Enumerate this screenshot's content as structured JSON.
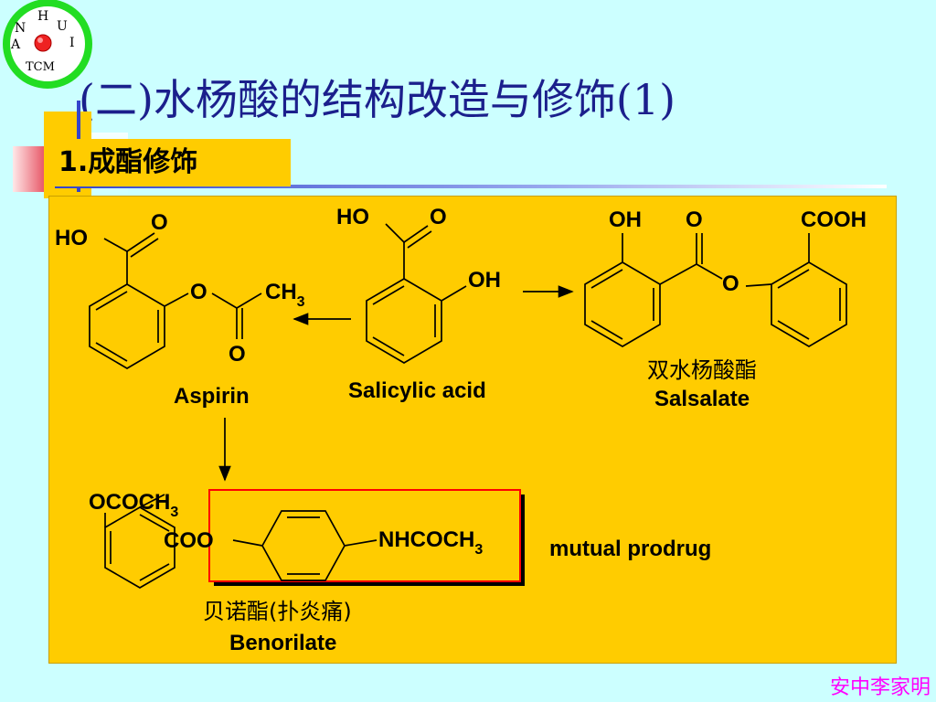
{
  "slide": {
    "logo": {
      "letters": [
        "H",
        "U",
        "I",
        "N",
        "A",
        "TCM"
      ],
      "icon": "red-sphere-icon"
    },
    "title": "(二)水杨酸的结构改造与修饰(1)",
    "subtitle": "1.成酯修饰",
    "author": "安中李家明",
    "colors": {
      "background": "#ccffff",
      "panel": "#ffcc00",
      "title": "#1b1f8c",
      "highlight_box": "#ff0000",
      "author": "#ff00ff"
    }
  },
  "diagram": {
    "compounds": {
      "aspirin": {
        "name": "Aspirin",
        "atoms": {
          "ho": "HO",
          "o_carbonyl": "O",
          "o_ester": "O",
          "ch3": "CH",
          "ch3_sub": "3",
          "o_acetyl": "O"
        }
      },
      "salicylic_acid": {
        "name": "Salicylic acid",
        "atoms": {
          "ho": "HO",
          "o_carbonyl": "O",
          "oh": "OH"
        }
      },
      "salsalate": {
        "name_cn": "双水杨酸酯",
        "name": "Salsalate",
        "atoms": {
          "oh": "OH",
          "o_carbonyl": "O",
          "o_ester": "O",
          "cooh": "COOH"
        }
      },
      "benorilate": {
        "name_cn": "贝诺酯(扑炎痛)",
        "name": "Benorilate",
        "atoms": {
          "ococh3": "OCOCH",
          "ococh3_sub": "3",
          "coo": "COO",
          "nhcoch3": "NHCOCH",
          "nhcoch3_sub": "3"
        }
      }
    },
    "annotation": "mutual prodrug",
    "arrows": [
      {
        "from": "salicylic_acid",
        "to": "aspirin"
      },
      {
        "from": "salicylic_acid",
        "to": "salsalate"
      },
      {
        "from": "aspirin",
        "to": "benorilate"
      }
    ]
  }
}
